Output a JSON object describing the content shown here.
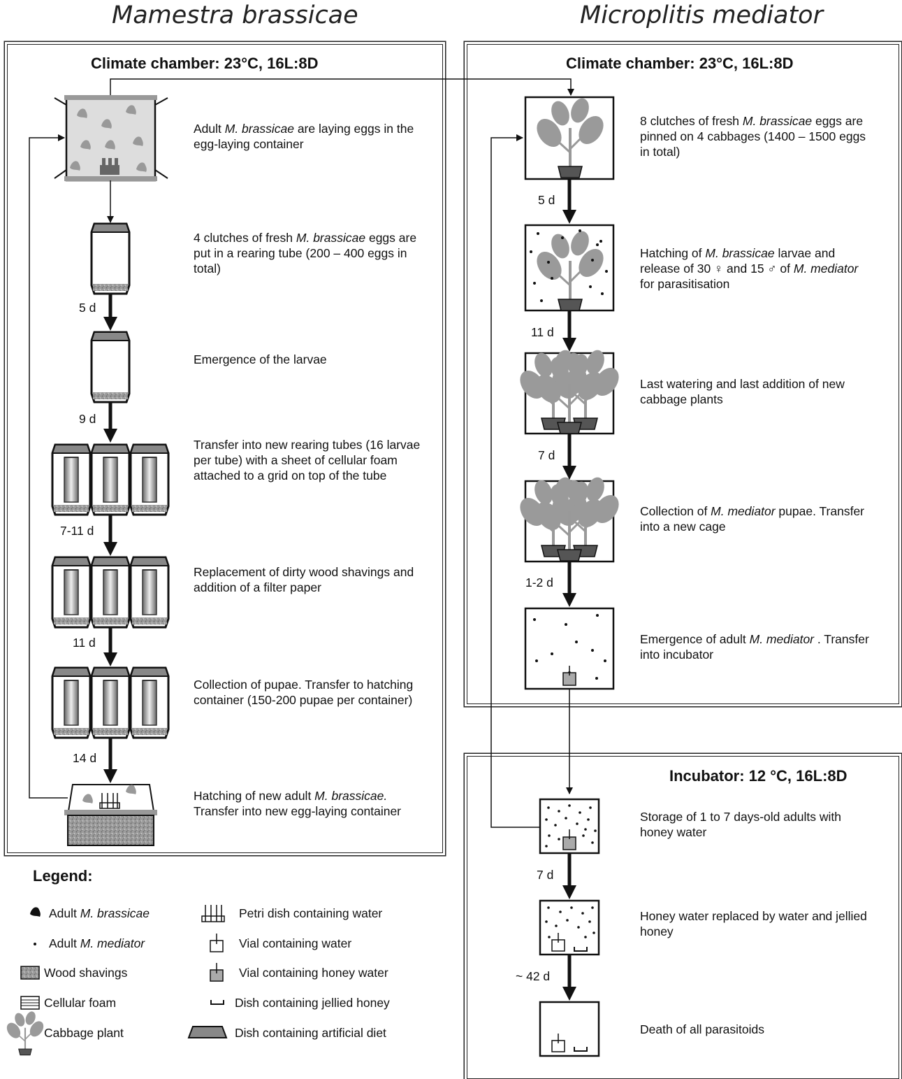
{
  "species": {
    "left": "Mamestra brassicae",
    "right": "Microplitis mediator"
  },
  "chambers": {
    "left_header": "Climate chamber: 23°C, 16L:8D",
    "right_header": "Climate chamber: 23°C, 16L:8D",
    "incubator_header": "Incubator: 12 °C, 16L:8D"
  },
  "brassicae_steps": [
    {
      "pre": "Adult ",
      "em": "M. brassicae",
      "post": " are laying eggs in the egg-laying container"
    },
    {
      "pre": "4 clutches of fresh ",
      "em": "M. brassicae",
      "post": " eggs are put in a rearing tube (200 – 400 eggs in total)"
    },
    {
      "pre": "Emergence of the larvae",
      "em": "",
      "post": ""
    },
    {
      "pre": "Transfer into new rearing tubes (16 larvae per tube) with a sheet of cellular foam attached to a grid on top of the tube",
      "em": "",
      "post": ""
    },
    {
      "pre": "Replacement of dirty wood shavings and addition of a filter paper",
      "em": "",
      "post": ""
    },
    {
      "pre": "Collection of pupae. Transfer to hatching container (150-200 pupae per container)",
      "em": "",
      "post": ""
    },
    {
      "pre": "Hatching of new adult ",
      "em": "M. brassicae.",
      "post": " Transfer into new egg-laying container"
    }
  ],
  "brassicae_durations": [
    "5 d",
    "9 d",
    "7-11 d",
    "11 d",
    "14 d"
  ],
  "mediator_steps": [
    {
      "pre": "8 clutches of fresh ",
      "em": "M. brassicae",
      "post": " eggs are pinned on 4 cabbages  (1400 – 1500 eggs in total)"
    },
    {
      "pre": "Hatching of  ",
      "em": "M. brassicae",
      "post": " larvae and release of 30 ♀ and 15 ♂ of ",
      "em2": "M. mediator",
      "post2": " for parasitisation"
    },
    {
      "pre": "Last watering and last addition of new cabbage plants",
      "em": "",
      "post": ""
    },
    {
      "pre": "Collection of ",
      "em": "M. mediator",
      "post": " pupae. Transfer into a new cage"
    },
    {
      "pre": "Emergence of adult ",
      "em": "M. mediator",
      "post": " . Transfer into incubator"
    }
  ],
  "mediator_durations": [
    "5 d",
    "11 d",
    "7 d",
    "1-2 d"
  ],
  "incubator_steps": [
    {
      "pre": "Storage of 1 to 7 days-old adults with honey water",
      "em": "",
      "post": ""
    },
    {
      "pre": "Honey water replaced  by water and jellied honey",
      "em": "",
      "post": ""
    },
    {
      "pre": "Death of all parasitoids",
      "em": "",
      "post": ""
    }
  ],
  "incubator_durations": [
    "7 d",
    "~ 42 d"
  ],
  "legend": {
    "title": "Legend:",
    "items": [
      {
        "pre": "Adult ",
        "em": "M. brassicae",
        "icon": "moth-icon"
      },
      {
        "pre": "Adult ",
        "em": "M. mediator",
        "icon": "wasp-dot-icon"
      },
      {
        "pre": "Wood shavings",
        "em": "",
        "icon": "wood-shavings-icon"
      },
      {
        "pre": "Cellular foam",
        "em": "",
        "icon": "cellular-foam-icon"
      },
      {
        "pre": "Cabbage plant",
        "em": "",
        "icon": "cabbage-plant-icon"
      },
      {
        "pre": "Petri dish containing water",
        "em": "",
        "icon": "petri-dish-icon"
      },
      {
        "pre": "Vial containing water",
        "em": "",
        "icon": "vial-water-icon"
      },
      {
        "pre": "Vial containing honey water",
        "em": "",
        "icon": "vial-honey-icon"
      },
      {
        "pre": "Dish containing jellied honey",
        "em": "",
        "icon": "jellied-honey-dish-icon"
      },
      {
        "pre": "Dish containing artificial diet",
        "em": "",
        "icon": "artificial-diet-dish-icon"
      }
    ]
  },
  "colors": {
    "line": "#222222",
    "fill_gray": "#9a9a9a",
    "dark_gray": "#555555"
  }
}
